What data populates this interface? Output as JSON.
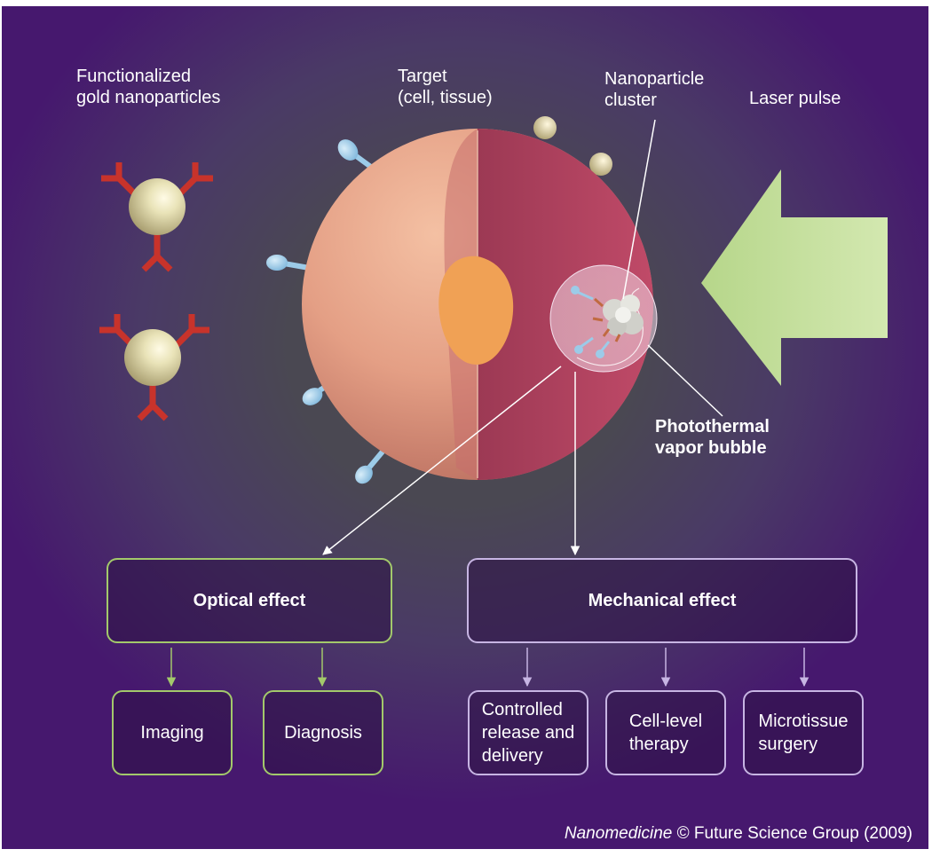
{
  "labels": {
    "functionalized": [
      "Functionalized",
      "gold nanoparticles"
    ],
    "target": [
      "Target",
      "(cell, tissue)"
    ],
    "cluster": [
      "Nanoparticle",
      "cluster"
    ],
    "laser": "Laser pulse",
    "bubble": [
      "Photothermal",
      "vapor bubble"
    ]
  },
  "boxes": {
    "optical": "Optical effect",
    "mechanical": "Mechanical effect",
    "imaging": "Imaging",
    "diagnosis": "Diagnosis",
    "controlled": [
      "Controlled",
      "release and",
      "delivery"
    ],
    "therapy": [
      "Cell-level",
      "therapy"
    ],
    "surgery": [
      "Microtissue",
      "surgery"
    ]
  },
  "credit": {
    "journal": "Nanomedicine",
    "rest": " © Future Science Group (2009)"
  },
  "colors": {
    "background_outer": "#46186e",
    "background_center": "#4c4c54",
    "optical_border": "#a3c96b",
    "mechanical_border": "#c7b5e3",
    "antibody": "#c8332b",
    "gold": "#d9d2a0",
    "ligand": "#9ccbe8",
    "laser_arrow": "#c2dd9a",
    "cell_surface": "#e9a184",
    "cell_interior": "#b0415e",
    "nucleus": "#f0a155"
  },
  "icons": [
    "gold-nanoparticle-icon",
    "laser-arrow-icon",
    "vapor-bubble-icon"
  ]
}
